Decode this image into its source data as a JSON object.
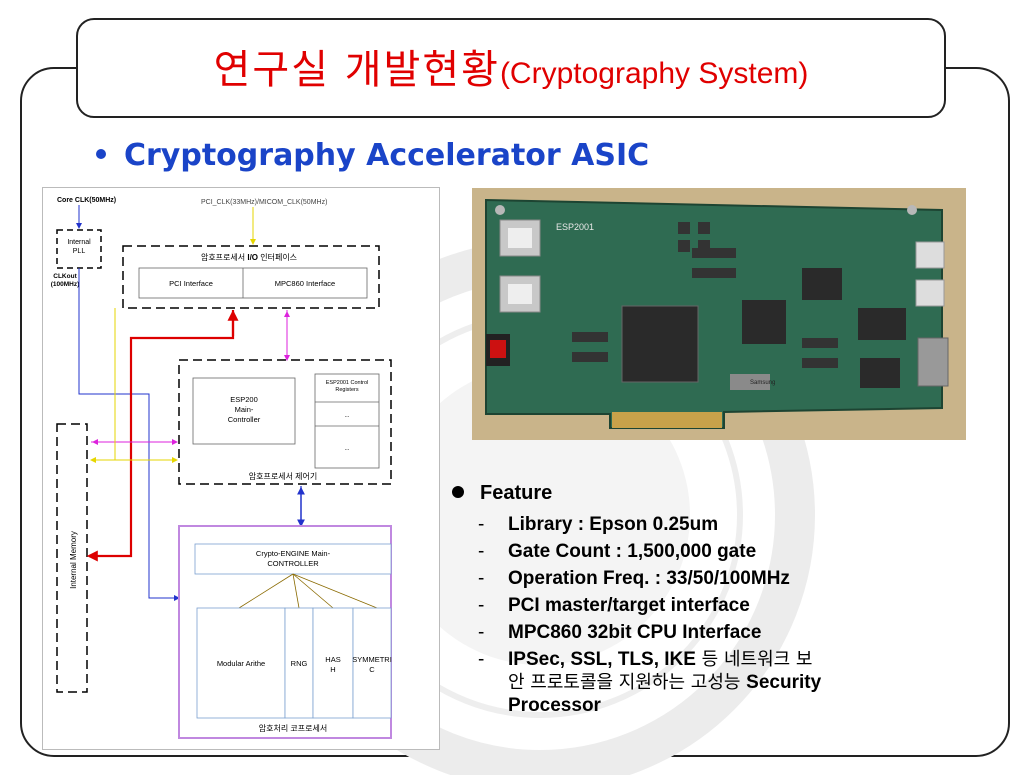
{
  "slide": {
    "title_korean": "연구실 개발현황",
    "title_english": "(Cryptography System)",
    "heading": "Cryptography Accelerator ASIC"
  },
  "diagram": {
    "core_clk": "Core CLK(50MHz)",
    "pci_clk": "PCI_CLK(33MHz)/MICOM_CLK(50MHz)",
    "pll_line1": "Internal",
    "pll_line2": "PLL",
    "clkout_line1": "CLKout",
    "clkout_line2": "(100MHz)",
    "io_title_pre": "암호프로세서 ",
    "io_title_bold": "I/O",
    "io_title_post": " 인터페이스",
    "pci_interface": "PCI Interface",
    "mpc_interface": "MPC860 Interface",
    "memory": "Internal Memory",
    "main_ctrl_l1": "ESP200",
    "main_ctrl_l2": "Main-",
    "main_ctrl_l3": "Controller",
    "ctrl_regs_l1": "ESP2001 Control",
    "ctrl_regs_l2": "Registers",
    "ellipsis": "...",
    "controller_label": "암호프로세서 제어기",
    "engine_l1": "Crypto-ENGINE Main-",
    "engine_l2": "CONTROLLER",
    "modular": "Modular Arithe",
    "rng": "RNG",
    "hash_l1": "HAS",
    "hash_l2": "H",
    "sym_l1": "SYMMETRI",
    "sym_l2": "C",
    "coproc_label": "암호처리 코프로세서"
  },
  "board": {
    "label": "ESP2001",
    "chip_label": "Samsung"
  },
  "features": {
    "heading": "Feature",
    "items": [
      "Library : Epson 0.25um",
      "Gate Count : 1,500,000 gate",
      "Operation Freq. : 33/50/100MHz",
      "PCI master/target interface",
      "MPC860 32bit CPU Interface"
    ],
    "last_bold_start": "IPSec, SSL, TLS, IKE",
    "last_kr1": " 등 네트워크 보",
    "last_kr2": "안 프로토콜을 지원하는 고성능 ",
    "last_bold_end1": "Security",
    "last_bold_end2": "Processor"
  },
  "colors": {
    "title_red": "#e00000",
    "heading_blue": "#1a44c8",
    "board_green": "#2f6b52"
  }
}
